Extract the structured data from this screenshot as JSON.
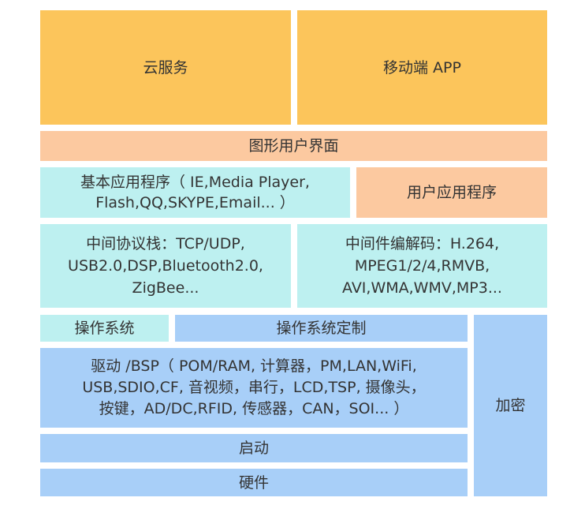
{
  "layers": {
    "cloud": "云服务",
    "mobile_app": "移动端 APP",
    "gui": "图形用户界面",
    "basic_apps": [
      "基本应用程序（ IE,Media Player,",
      "Flash,QQ,SKYPE,Email... ）"
    ],
    "user_apps": "用户应用程序",
    "protocol_stack": [
      "中间协议栈：TCP/UDP,",
      "USB2.0,DSP,Bluetooth2.0,",
      "ZigBee..."
    ],
    "middleware_codec": [
      "中间件编解码：H.264,",
      "MPEG1/2/4,RMVB,",
      "AVI,WMA,WMV,MP3..."
    ],
    "os": "操作系统",
    "os_custom": "操作系统定制",
    "drivers": [
      "驱动 /BSP（ POM/RAM, 计算器，PM,LAN,WiFi,",
      "USB,SDIO,CF, 音视频，串行，LCD,TSP, 摄像头，",
      "按键，AD/DC,RFID, 传感器，CAN，SOI... ）"
    ],
    "encryption": "加密",
    "boot": "启动",
    "hardware": "硬件"
  },
  "colors": {
    "orange": "#fcc55b",
    "peach": "#fcc9a0",
    "cyan": "#bdf0f0",
    "blue": "#a8cff8"
  }
}
